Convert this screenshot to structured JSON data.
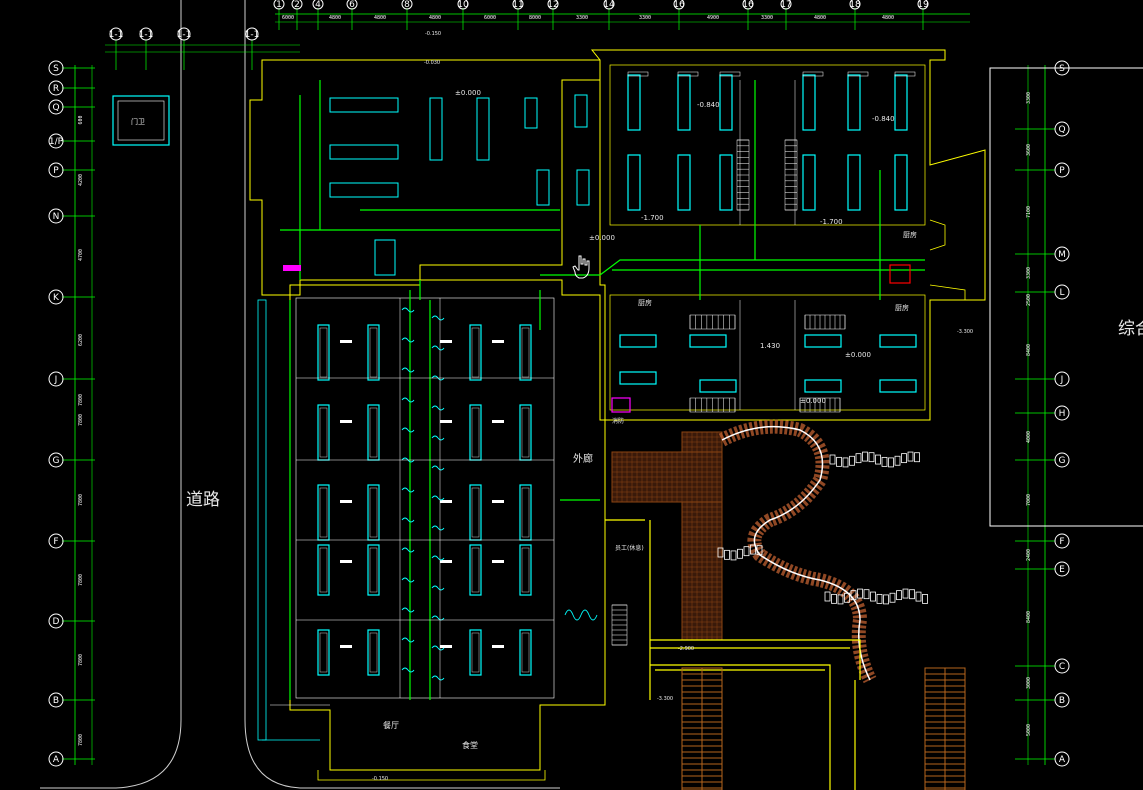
{
  "grid_left": [
    "S",
    "R",
    "Q",
    "1/P",
    "P",
    "N",
    "K",
    "J",
    "G",
    "F",
    "D",
    "B",
    "A"
  ],
  "grid_right": [
    "S",
    "Q",
    "P",
    "M",
    "L",
    "J",
    "H",
    "G",
    "F",
    "E",
    "C",
    "B",
    "A"
  ],
  "grid_top": [
    "1",
    "2",
    "4",
    "6",
    "8",
    "10",
    "11",
    "12",
    "14",
    "16",
    "16",
    "17",
    "18",
    "19"
  ],
  "grid_top_left": [
    "1-1",
    "1-1",
    "1-1",
    "1-1"
  ],
  "labels": {
    "road": "道路",
    "gate_house": "门卫",
    "outer_corridor": "外廊",
    "dining_hall": "餐厅",
    "canteen": "食堂",
    "kitchen_1": "厨房",
    "kitchen_2": "厨房",
    "kitchen_3": "厨房",
    "side_cut": "综合",
    "elev_1": "±0.000",
    "elev_2": "±0.000",
    "elev_3": "-0.840",
    "elev_4": "-0.840",
    "elev_5": "-1.700",
    "elev_6": "-1.700",
    "elev_7": "1.430",
    "elev_8": "±0.000",
    "elev_9": "±0.000",
    "elev_10": "-0.150",
    "elev_11": "-0.030",
    "elev_12": "-3.300",
    "elev_13": "-3.300",
    "elev_14": "-2.900",
    "elev_15": "-0.150",
    "misc_1": "员工(休息)",
    "misc_2": "消防"
  },
  "dims_right": [
    "3300",
    "3600",
    "7100",
    "3300",
    "2500",
    "8400",
    "4000",
    "7000",
    "2400",
    "8400",
    "3000",
    "5000"
  ],
  "dims_left": [
    "600",
    "4200",
    "4700",
    "6200",
    "7800",
    "7800",
    "7800",
    "7800",
    "7800",
    "7800"
  ],
  "dims_top": [
    "6000",
    "4800",
    "4800",
    "4800",
    "6000",
    "8000",
    "3300",
    "3300",
    "4900",
    "3300",
    "4800",
    "4800"
  ],
  "colors": {
    "background": "#000000",
    "axis": "#00ff00",
    "wall": "#ffff00",
    "equipment": "#00ffff",
    "detail": "#ffffff",
    "garden": "#8b4513",
    "accent": "#ff00ff",
    "hand_icon": "#ffffff"
  },
  "icons": [
    "hand-pointer-icon"
  ]
}
